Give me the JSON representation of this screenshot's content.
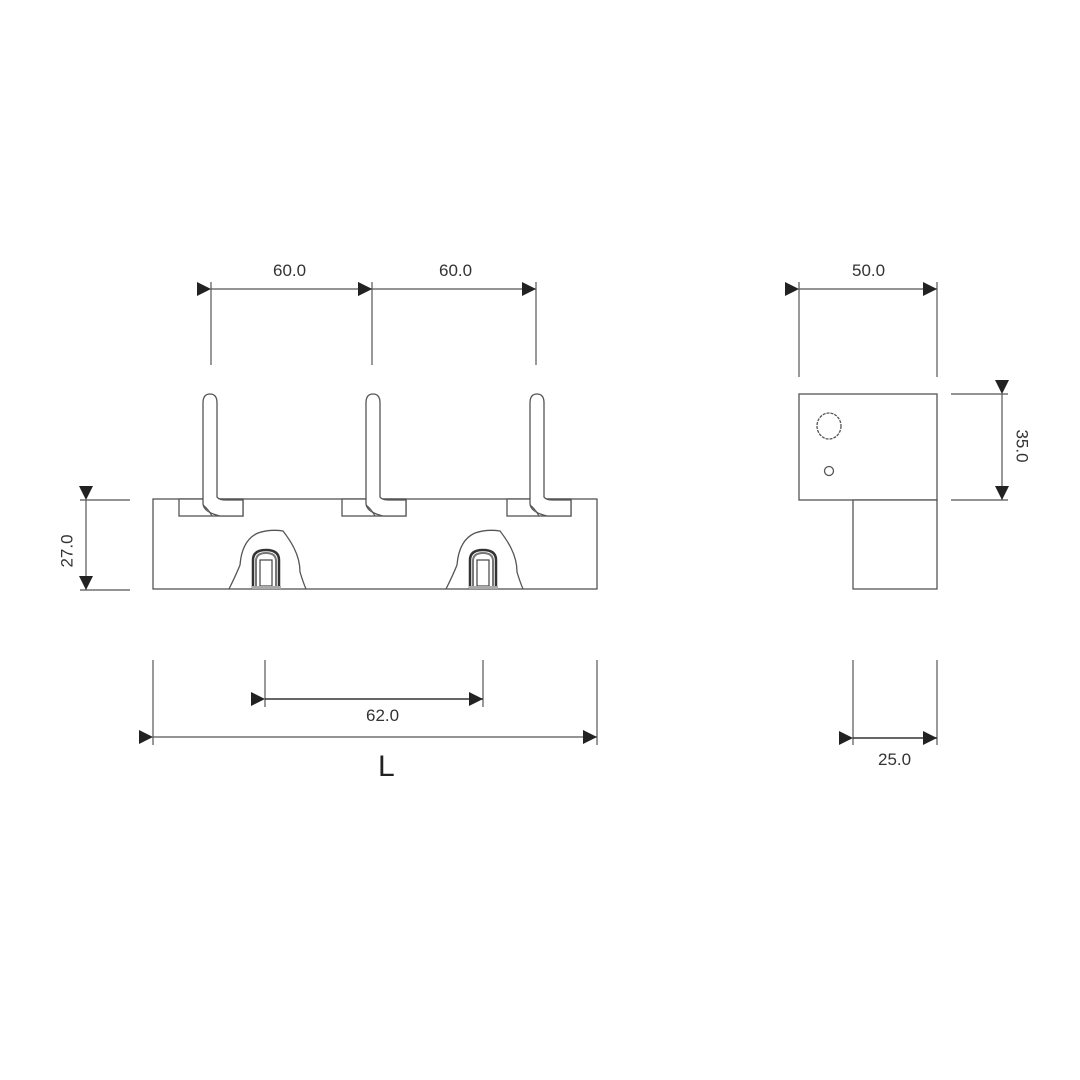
{
  "drawing": {
    "type": "dimensioned technical drawing",
    "views": [
      "front",
      "side"
    ],
    "front_view": {
      "dimensions": {
        "pin_pitch_left": "60.0",
        "pin_pitch_right": "60.0",
        "height": "27.0",
        "insert_spacing": "62.0",
        "overall_length": "L"
      },
      "pin_count": 3,
      "insert_count": 2
    },
    "side_view": {
      "dimensions": {
        "width": "50.0",
        "upper_height": "35.0",
        "base_width": "25.0"
      },
      "hole_count": 2
    },
    "colors": {
      "line": "#555555",
      "dim_line": "#444444",
      "arrow": "#222222",
      "background": "#ffffff"
    }
  }
}
